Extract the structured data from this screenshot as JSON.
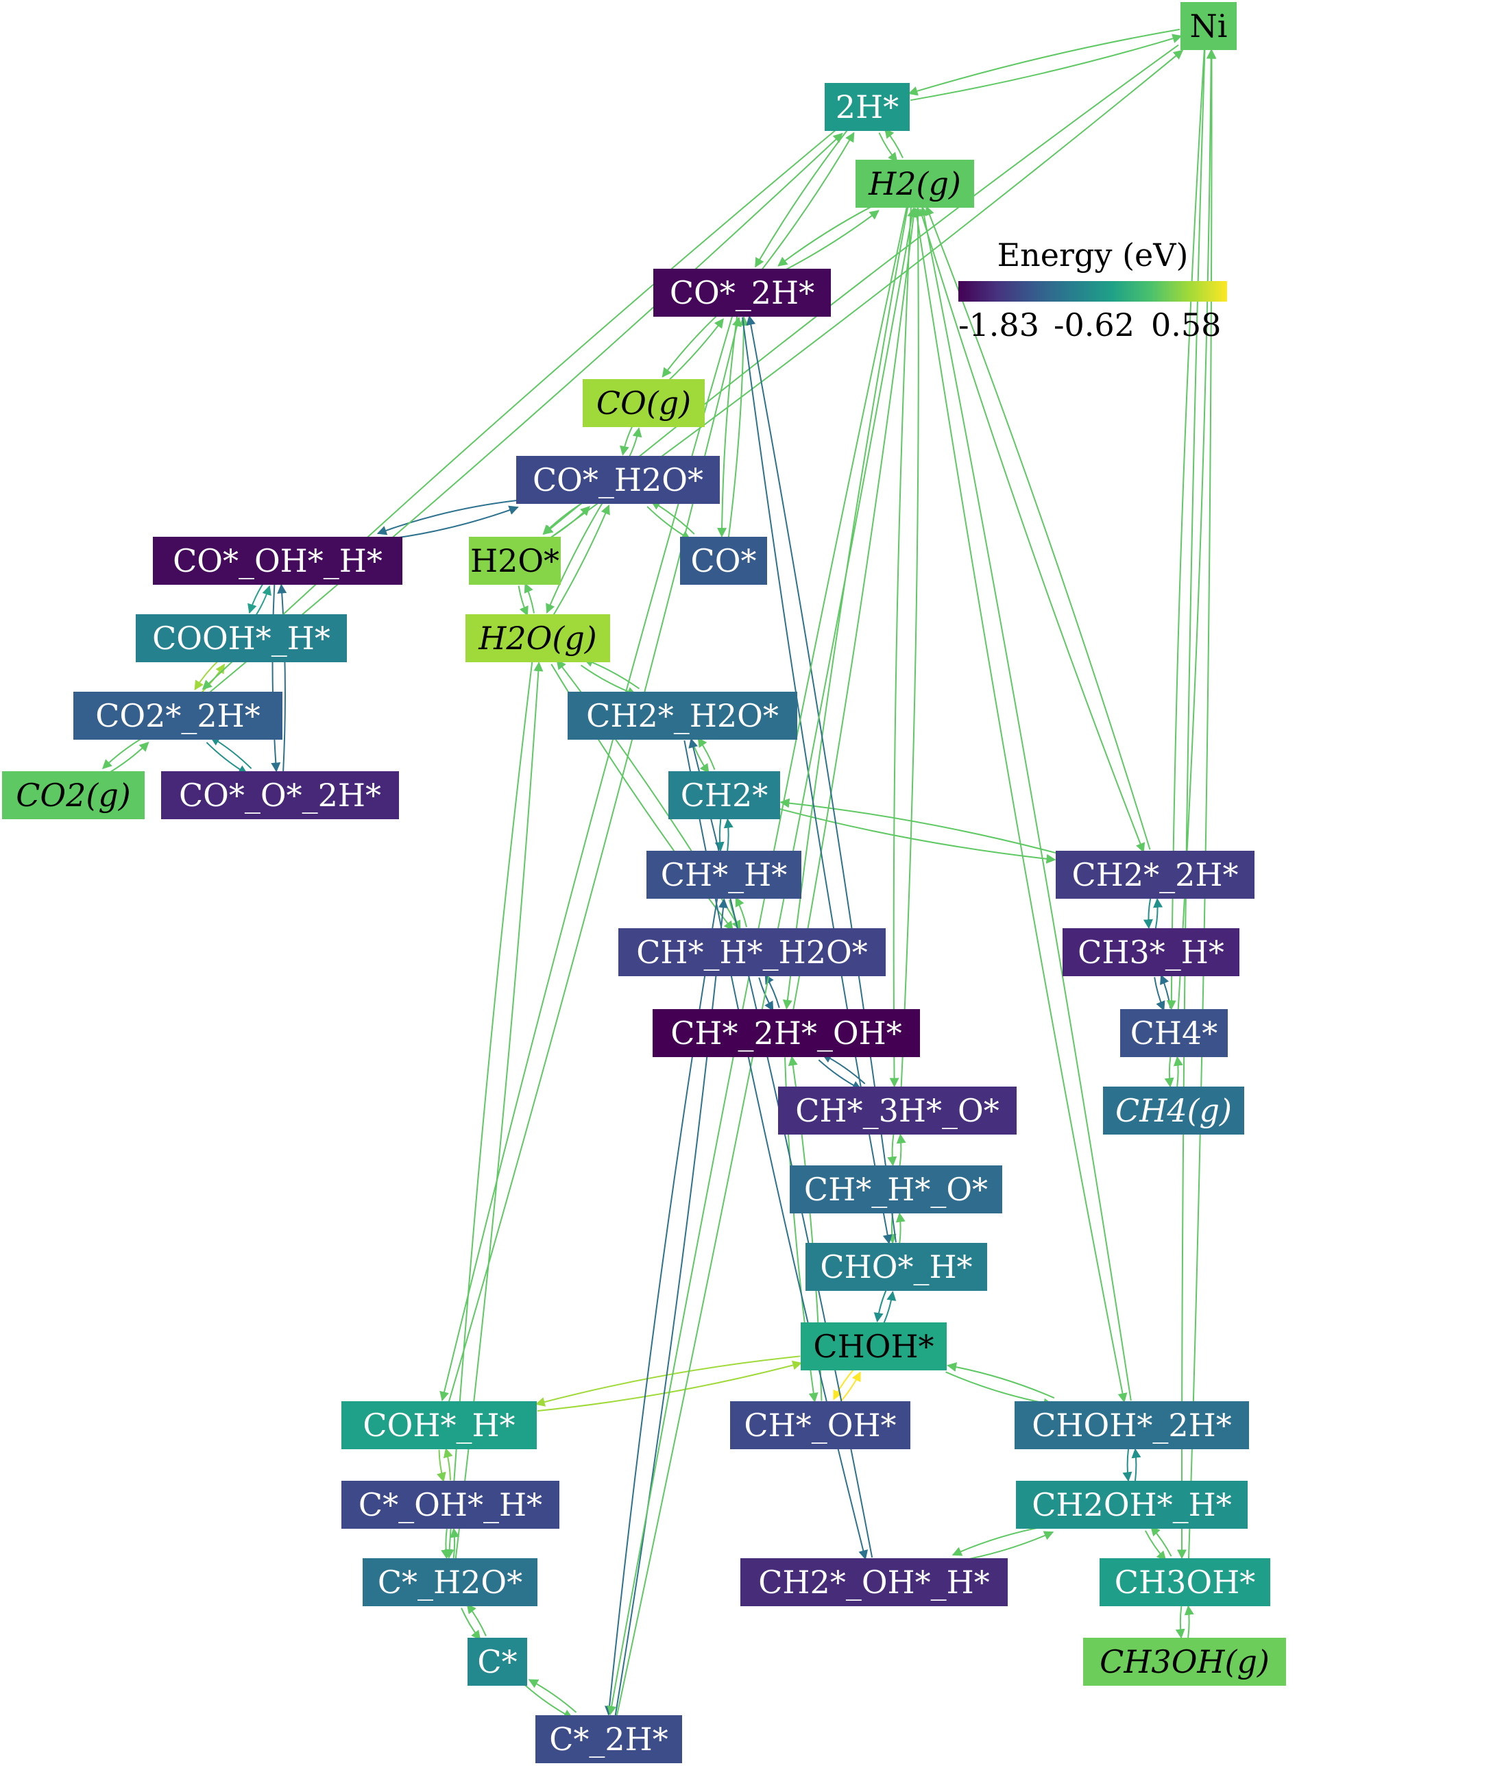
{
  "legend": {
    "title": "Energy (eV)",
    "ticks": [
      "-1.83",
      "-0.62",
      "0.58"
    ],
    "colormap": [
      "#440154",
      "#46327e",
      "#365c8d",
      "#277f8e",
      "#1fa187",
      "#4ac16d",
      "#a0da39",
      "#fde725"
    ]
  },
  "nodes": [
    {
      "id": "Ni",
      "label": "Ni",
      "color": "#5ec962",
      "text_color": "#000000",
      "gas": false
    },
    {
      "id": "2H",
      "label": "2H*",
      "color": "#1f9a8a",
      "text_color": "#ffffff",
      "gas": false
    },
    {
      "id": "H2g",
      "label": "H2(g)",
      "color": "#5ec962",
      "text_color": "#000000",
      "gas": true
    },
    {
      "id": "CO_2H",
      "label": "CO*_2H*",
      "color": "#45075a",
      "text_color": "#ffffff",
      "gas": false
    },
    {
      "id": "COg",
      "label": "CO(g)",
      "color": "#9fda3a",
      "text_color": "#000000",
      "gas": true
    },
    {
      "id": "CO_H2O",
      "label": "CO*_H2O*",
      "color": "#3e4989",
      "text_color": "#ffffff",
      "gas": false
    },
    {
      "id": "CO_OH_H",
      "label": "CO*_OH*_H*",
      "color": "#440a5c",
      "text_color": "#ffffff",
      "gas": false
    },
    {
      "id": "H2O",
      "label": "H2O*",
      "color": "#86d549",
      "text_color": "#000000",
      "gas": false
    },
    {
      "id": "CO",
      "label": "CO*",
      "color": "#375a8c",
      "text_color": "#ffffff",
      "gas": false
    },
    {
      "id": "COOH_H",
      "label": "COOH*_H*",
      "color": "#26818e",
      "text_color": "#ffffff",
      "gas": false
    },
    {
      "id": "H2Og",
      "label": "H2O(g)",
      "color": "#9fda3a",
      "text_color": "#000000",
      "gas": true
    },
    {
      "id": "CO2_2H",
      "label": "CO2*_2H*",
      "color": "#355f8d",
      "text_color": "#ffffff",
      "gas": false
    },
    {
      "id": "CH2_H2O",
      "label": "CH2*_H2O*",
      "color": "#2e6f8e",
      "text_color": "#ffffff",
      "gas": false
    },
    {
      "id": "CO2g",
      "label": "CO2(g)",
      "color": "#5ec962",
      "text_color": "#000000",
      "gas": true
    },
    {
      "id": "CO_O_2H",
      "label": "CO*_O*_2H*",
      "color": "#472878",
      "text_color": "#ffffff",
      "gas": false
    },
    {
      "id": "CH2",
      "label": "CH2*",
      "color": "#26828e",
      "text_color": "#ffffff",
      "gas": false
    },
    {
      "id": "CH_H",
      "label": "CH*_H*",
      "color": "#3b528b",
      "text_color": "#ffffff",
      "gas": false
    },
    {
      "id": "CH2_2H",
      "label": "CH2*_2H*",
      "color": "#433d84",
      "text_color": "#ffffff",
      "gas": false
    },
    {
      "id": "CH_H_H2O",
      "label": "CH*_H*_H2O*",
      "color": "#414487",
      "text_color": "#ffffff",
      "gas": false
    },
    {
      "id": "CH3_H",
      "label": "CH3*_H*",
      "color": "#482576",
      "text_color": "#ffffff",
      "gas": false
    },
    {
      "id": "CH_2H_OH",
      "label": "CH*_2H*_OH*",
      "color": "#440154",
      "text_color": "#ffffff",
      "gas": false
    },
    {
      "id": "CH4",
      "label": "CH4*",
      "color": "#3b528b",
      "text_color": "#ffffff",
      "gas": false
    },
    {
      "id": "CH_3H_O",
      "label": "CH*_3H*_O*",
      "color": "#46307e",
      "text_color": "#ffffff",
      "gas": false
    },
    {
      "id": "CH4g",
      "label": "CH4(g)",
      "color": "#2c728e",
      "text_color": "#ffffff",
      "gas": true
    },
    {
      "id": "CH_H_O",
      "label": "CH*_H*_O*",
      "color": "#2f6c8e",
      "text_color": "#ffffff",
      "gas": false
    },
    {
      "id": "CHO_H",
      "label": "CHO*_H*",
      "color": "#277f8e",
      "text_color": "#ffffff",
      "gas": false
    },
    {
      "id": "CHOH",
      "label": "CHOH*",
      "color": "#22a785",
      "text_color": "#000000",
      "gas": false
    },
    {
      "id": "COH_H",
      "label": "COH*_H*",
      "color": "#1fa088",
      "text_color": "#ffffff",
      "gas": false
    },
    {
      "id": "CH_OH",
      "label": "CH*_OH*",
      "color": "#3e4a89",
      "text_color": "#ffffff",
      "gas": false
    },
    {
      "id": "CHOH_2H",
      "label": "CHOH*_2H*",
      "color": "#2d718e",
      "text_color": "#ffffff",
      "gas": false
    },
    {
      "id": "C_OH_H",
      "label": "C*_OH*_H*",
      "color": "#3e4989",
      "text_color": "#ffffff",
      "gas": false
    },
    {
      "id": "CH2OH_H",
      "label": "CH2OH*_H*",
      "color": "#21918c",
      "text_color": "#ffffff",
      "gas": false
    },
    {
      "id": "C_H2O",
      "label": "C*_H2O*",
      "color": "#2c738e",
      "text_color": "#ffffff",
      "gas": false
    },
    {
      "id": "CH2_OH_H",
      "label": "CH2*_OH*_H*",
      "color": "#472c7a",
      "text_color": "#ffffff",
      "gas": false
    },
    {
      "id": "CH3OH",
      "label": "CH3OH*",
      "color": "#1f9e89",
      "text_color": "#ffffff",
      "gas": false
    },
    {
      "id": "C",
      "label": "C*",
      "color": "#23898e",
      "text_color": "#ffffff",
      "gas": false
    },
    {
      "id": "CH3OHg",
      "label": "CH3OH(g)",
      "color": "#6ccd5a",
      "text_color": "#000000",
      "gas": true
    },
    {
      "id": "C_2H",
      "label": "C*_2H*",
      "color": "#3d4d8a",
      "text_color": "#ffffff",
      "gas": false
    }
  ],
  "edges": [
    {
      "from": "Ni",
      "to": "2H",
      "color": "#5ec962"
    },
    {
      "from": "2H",
      "to": "H2g",
      "color": "#5ec962"
    },
    {
      "from": "2H",
      "to": "CO_2H",
      "color": "#5ec962"
    },
    {
      "from": "H2g",
      "to": "CO_2H",
      "color": "#5ec962"
    },
    {
      "from": "CO_2H",
      "to": "COg",
      "color": "#5ec962"
    },
    {
      "from": "COg",
      "to": "CO_H2O",
      "color": "#5ec962"
    },
    {
      "from": "CO_2H",
      "to": "CO",
      "color": "#5ec962"
    },
    {
      "from": "CO_H2O",
      "to": "CO",
      "color": "#5ec962"
    },
    {
      "from": "CO_H2O",
      "to": "H2O",
      "color": "#5ec962"
    },
    {
      "from": "CO_H2O",
      "to": "CO_OH_H",
      "color": "#2c728e"
    },
    {
      "from": "CO_H2O",
      "to": "H2Og",
      "color": "#5ec962"
    },
    {
      "from": "H2O",
      "to": "H2Og",
      "color": "#5ec962"
    },
    {
      "from": "Ni",
      "to": "H2O",
      "color": "#5ec962"
    },
    {
      "from": "CO_OH_H",
      "to": "COOH_H",
      "color": "#25a18e"
    },
    {
      "from": "CO_OH_H",
      "to": "CO_O_2H",
      "color": "#2c728e"
    },
    {
      "from": "COOH_H",
      "to": "CO2_2H",
      "color": "#a0da39"
    },
    {
      "from": "CO2_2H",
      "to": "CO2g",
      "color": "#5ec962"
    },
    {
      "from": "CO2_2H",
      "to": "CO_O_2H",
      "color": "#21918c"
    },
    {
      "from": "2H",
      "to": "CO2_2H",
      "color": "#5ec962"
    },
    {
      "from": "H2Og",
      "to": "CH2_H2O",
      "color": "#5ec962"
    },
    {
      "from": "CH2_H2O",
      "to": "CH2",
      "color": "#5ec962"
    },
    {
      "from": "CH2",
      "to": "CH_H",
      "color": "#21918c"
    },
    {
      "from": "CH2",
      "to": "CH2_2H",
      "color": "#5ec962"
    },
    {
      "from": "H2g",
      "to": "CH2_2H",
      "color": "#5ec962"
    },
    {
      "from": "CH_H",
      "to": "CH_H_H2O",
      "color": "#5ec962"
    },
    {
      "from": "H2Og",
      "to": "CH_H_H2O",
      "color": "#5ec962"
    },
    {
      "from": "CH_H_H2O",
      "to": "CH_2H_OH",
      "color": "#2c728e"
    },
    {
      "from": "CH2_2H",
      "to": "CH3_H",
      "color": "#21918c"
    },
    {
      "from": "CH3_H",
      "to": "CH4",
      "color": "#2c728e"
    },
    {
      "from": "Ni",
      "to": "CH4",
      "color": "#5ec962"
    },
    {
      "from": "CH4",
      "to": "CH4g",
      "color": "#5ec962"
    },
    {
      "from": "H2g",
      "to": "CH_2H_OH",
      "color": "#5ec962"
    },
    {
      "from": "CH_2H_OH",
      "to": "CH_3H_O",
      "color": "#2c728e"
    },
    {
      "from": "H2g",
      "to": "CH_3H_O",
      "color": "#5ec962"
    },
    {
      "from": "CH_3H_O",
      "to": "CH_H_O",
      "color": "#5ec962"
    },
    {
      "from": "CH_H_O",
      "to": "CHO_H",
      "color": "#5ec962"
    },
    {
      "from": "CO_2H",
      "to": "CHO_H",
      "color": "#2c728e"
    },
    {
      "from": "CHO_H",
      "to": "CHOH",
      "color": "#21918c"
    },
    {
      "from": "CHOH",
      "to": "COH_H",
      "color": "#a0da39"
    },
    {
      "from": "CHOH",
      "to": "CH_OH",
      "color": "#fde725"
    },
    {
      "from": "CHOH",
      "to": "CHOH_2H",
      "color": "#5ec962"
    },
    {
      "from": "CH_2H_OH",
      "to": "CH_OH",
      "color": "#5ec962"
    },
    {
      "from": "H2g",
      "to": "CHOH_2H",
      "color": "#5ec962"
    },
    {
      "from": "CO_2H",
      "to": "COH_H",
      "color": "#5ec962"
    },
    {
      "from": "COH_H",
      "to": "C_OH_H",
      "color": "#7ad151"
    },
    {
      "from": "C_OH_H",
      "to": "C_H2O",
      "color": "#5ec962"
    },
    {
      "from": "H2Og",
      "to": "C_H2O",
      "color": "#5ec962"
    },
    {
      "from": "C_H2O",
      "to": "C",
      "color": "#5ec962"
    },
    {
      "from": "C",
      "to": "C_2H",
      "color": "#5ec962"
    },
    {
      "from": "CH_H",
      "to": "C_2H",
      "color": "#2c728e"
    },
    {
      "from": "H2g",
      "to": "C_2H",
      "color": "#5ec962"
    },
    {
      "from": "CHOH_2H",
      "to": "CH2OH_H",
      "color": "#21918c"
    },
    {
      "from": "CH2OH_H",
      "to": "CH3OH",
      "color": "#5ec962"
    },
    {
      "from": "CH2OH_H",
      "to": "CH2_OH_H",
      "color": "#5ec962"
    },
    {
      "from": "CH2_H2O",
      "to": "CH2_OH_H",
      "color": "#2c728e"
    },
    {
      "from": "Ni",
      "to": "CH3OH",
      "color": "#5ec962"
    },
    {
      "from": "CH3OH",
      "to": "CH3OHg",
      "color": "#5ec962"
    }
  ]
}
